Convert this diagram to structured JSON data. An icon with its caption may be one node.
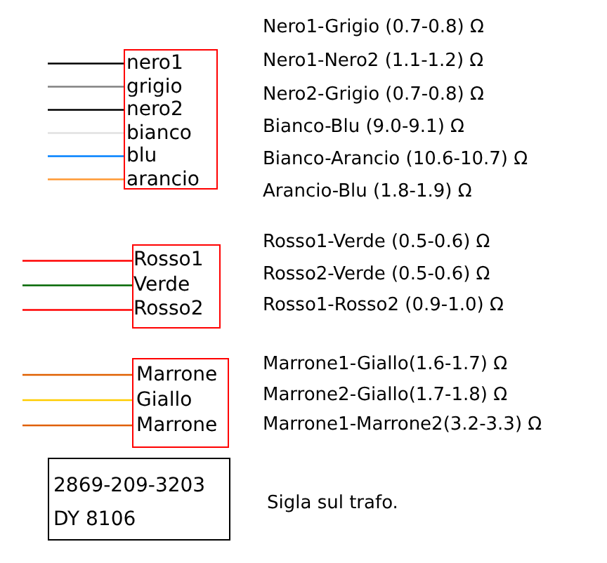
{
  "diagram": {
    "nodes": [
      {
        "text": [
          "nero1",
          "grigio",
          "nero2",
          "bianco",
          "blu",
          "arancio"
        ]
      },
      {
        "text": [
          "Rosso1",
          "Verde",
          "Rosso2"
        ]
      },
      {
        "text": [
          "Marrone",
          "Giallo",
          "Marrone"
        ]
      },
      {
        "text": [
          "2869-209-3203",
          "DY 8106"
        ],
        "beside": [
          "Sigla sul trafo."
        ]
      }
    ],
    "edges": [
      {
        "from": null,
        "to": 0,
        "arrow": "none",
        "color": "#000000"
      },
      {
        "from": null,
        "to": 0,
        "arrow": "none",
        "color": "#808080"
      },
      {
        "from": null,
        "to": 0,
        "arrow": "none",
        "color": "#000000"
      },
      {
        "from": null,
        "to": 0,
        "arrow": "none",
        "color": "#e0e0e0"
      },
      {
        "from": null,
        "to": 0,
        "arrow": "none",
        "color": "#0080ff"
      },
      {
        "from": null,
        "to": 0,
        "arrow": "none",
        "color": "#ff9933"
      },
      {
        "from": null,
        "to": 1,
        "arrow": "none",
        "color": "#ff0000"
      },
      {
        "from": null,
        "to": 1,
        "arrow": "none",
        "color": "#006600"
      },
      {
        "from": null,
        "to": 1,
        "arrow": "none",
        "color": "#ff0000"
      },
      {
        "from": null,
        "to": 2,
        "arrow": "none",
        "color": "#e06000"
      },
      {
        "from": null,
        "to": 2,
        "arrow": "none",
        "color": "#ffcc00"
      },
      {
        "from": null,
        "to": 2,
        "arrow": "none",
        "color": "#e06000"
      }
    ],
    "labels": [
      "Nero1-Grigio (0.7-0.8) Ω",
      "Nero1-Nero2 (1.1-1.2) Ω",
      "Nero2-Grigio (0.7-0.8) Ω",
      "Bianco-Blu (9.0-9.1) Ω",
      "Bianco-Arancio (10.6-10.7) Ω",
      "Arancio-Blu (1.8-1.9) Ω",
      "Rosso1-Verde (0.5-0.6) Ω",
      "Rosso2-Verde (0.5-0.6) Ω",
      "Rosso1-Rosso2 (0.9-1.0) Ω",
      "Marrone1-Giallo(1.6-1.7) Ω",
      "Marrone2-Giallo(1.7-1.8) Ω",
      "Marrone1-Marrone2(3.2-3.3) Ω"
    ]
  }
}
